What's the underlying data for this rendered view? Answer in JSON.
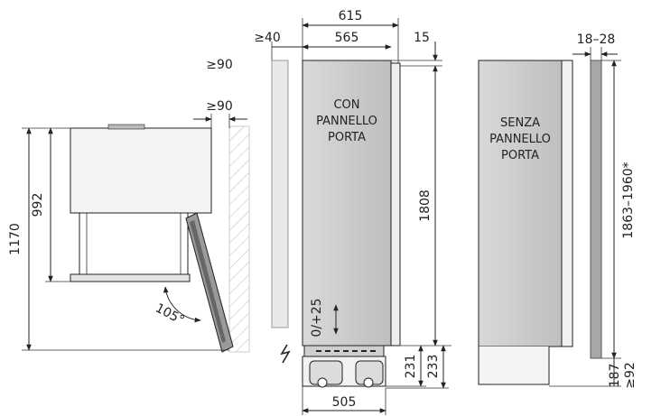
{
  "front_view": {
    "label_lines": [
      "CON",
      "PANNELLO",
      "PORTA"
    ],
    "width_outer": "615",
    "width_inner": "565",
    "side_clearance": "≥40",
    "top_gap": "15",
    "height": "1808",
    "bottom_width": "505",
    "bottom_height_a": "231",
    "bottom_height_b": "233",
    "adjustment": "0/+25"
  },
  "side_view": {
    "label_lines": [
      "SENZA",
      "PANNELLO",
      "PORTA"
    ],
    "panel_thickness": "18–28",
    "total_height": "1863–1960*",
    "plinth_height": "187",
    "plinth_depth": "≥92"
  },
  "open_view": {
    "height_total": "1170",
    "height_appliance": "992",
    "wall_clearance": "≥90",
    "top_clearance": "≥90",
    "angle": "105°"
  }
}
